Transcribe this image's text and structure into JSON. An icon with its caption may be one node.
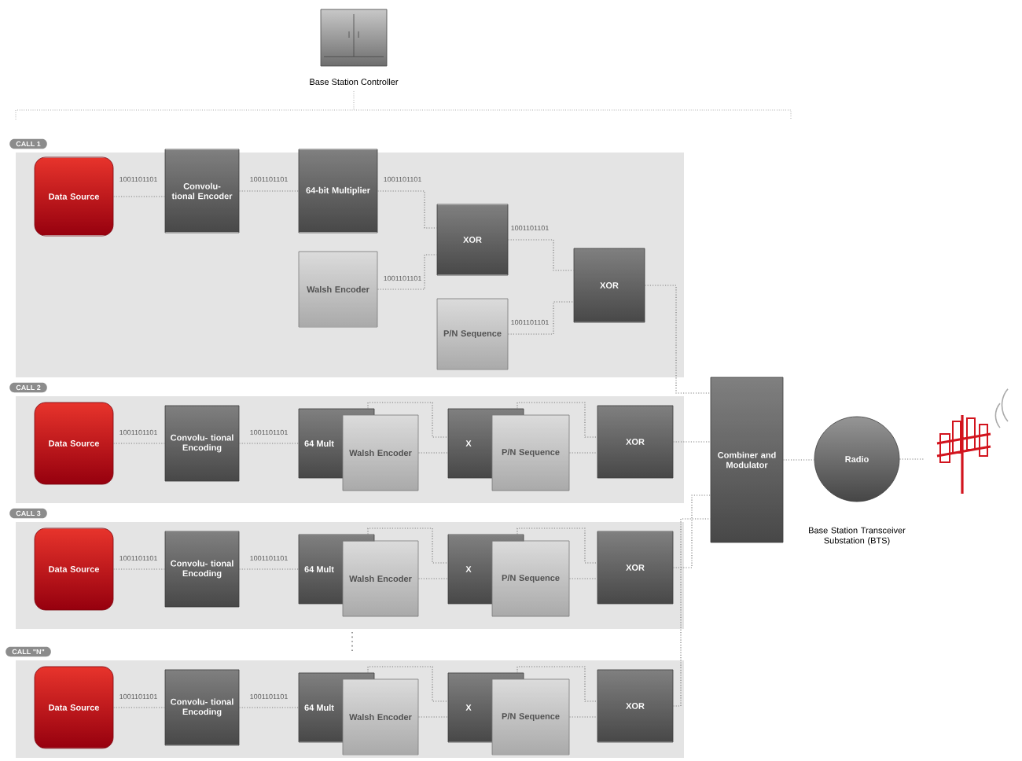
{
  "diagram": {
    "nodes": [
      {
        "text": [
          "Base Station Controller"
        ]
      },
      {
        "text": [
          "CALL 1"
        ]
      },
      {
        "text": [
          "Data Source"
        ],
        "in": 1
      },
      {
        "text": [
          "Convolu- tional Encoder"
        ],
        "in": 1
      },
      {
        "text": [
          "64-bit Multiplier"
        ],
        "in": 1
      },
      {
        "text": [
          "XOR"
        ],
        "in": 1
      },
      {
        "text": [
          "Walsh Encoder"
        ],
        "in": 1
      },
      {
        "text": [
          "XOR"
        ],
        "in": 1
      },
      {
        "text": [
          "P/N Sequence"
        ],
        "in": 1
      },
      {
        "text": [
          "CALL 2"
        ]
      },
      {
        "text": [
          "Data Source"
        ],
        "in": 9
      },
      {
        "text": [
          "Convolu- tional Encoding"
        ],
        "in": 9
      },
      {
        "text": [
          "64 Mult"
        ],
        "in": 9
      },
      {
        "text": [
          "Walsh Encoder"
        ],
        "in": 9
      },
      {
        "text": [
          "X"
        ],
        "in": 9
      },
      {
        "text": [
          "P/N Sequence"
        ],
        "in": 9
      },
      {
        "text": [
          "XOR"
        ],
        "in": 9
      },
      {
        "text": [
          "CALL 3"
        ]
      },
      {
        "text": [
          "Data Source"
        ],
        "in": 17
      },
      {
        "text": [
          "Convolu- tional Encoding"
        ],
        "in": 17
      },
      {
        "text": [
          "64 Mult"
        ],
        "in": 17
      },
      {
        "text": [
          "Walsh Encoder"
        ],
        "in": 17
      },
      {
        "text": [
          "X"
        ],
        "in": 17
      },
      {
        "text": [
          "P/N Sequence"
        ],
        "in": 17
      },
      {
        "text": [
          "XOR"
        ],
        "in": 17
      },
      {
        "text": [
          "CALL \"N\""
        ]
      },
      {
        "text": [
          "Data Source"
        ],
        "in": 25
      },
      {
        "text": [
          "Convolu- tional Encoding"
        ],
        "in": 25
      },
      {
        "text": [
          "64 Mult"
        ],
        "in": 25
      },
      {
        "text": [
          "Walsh Encoder"
        ],
        "in": 25
      },
      {
        "text": [
          "X"
        ],
        "in": 25
      },
      {
        "text": [
          "P/N Sequence"
        ],
        "in": 25
      },
      {
        "text": [
          "XOR"
        ],
        "in": 25
      },
      {
        "text": [
          "Combiner and Modulator"
        ]
      },
      {
        "text": [
          "Radio"
        ],
        "beside": [
          "Base Station Transceiver Substation (BTS)"
        ]
      },
      {
        "text": [],
        "shape": "picture"
      }
    ],
    "edges": [
      {
        "from": 2,
        "to": 3,
        "arrow": "none",
        "label": "1001101101"
      },
      {
        "from": 3,
        "to": 4,
        "arrow": "none",
        "label": "1001101101"
      },
      {
        "from": 4,
        "to": 5,
        "arrow": "none",
        "label": "1001101101"
      },
      {
        "from": 6,
        "to": 5,
        "arrow": "none",
        "label": "1001101101"
      },
      {
        "from": 5,
        "to": 7,
        "arrow": "none",
        "label": "1001101101"
      },
      {
        "from": 8,
        "to": 7,
        "arrow": "none",
        "label": "1001101101"
      },
      {
        "from": 7,
        "to": 33,
        "arrow": "none"
      },
      {
        "from": 10,
        "to": 11,
        "arrow": "none",
        "label": "1001101101"
      },
      {
        "from": 11,
        "to": 12,
        "arrow": "none",
        "label": "1001101101"
      },
      {
        "from": 12,
        "to": 14,
        "arrow": "none"
      },
      {
        "from": 13,
        "to": 14,
        "arrow": "none"
      },
      {
        "from": 14,
        "to": 16,
        "arrow": "none"
      },
      {
        "from": 15,
        "to": 16,
        "arrow": "none"
      },
      {
        "from": 16,
        "to": 33,
        "arrow": "none"
      },
      {
        "from": 18,
        "to": 19,
        "arrow": "none",
        "label": "1001101101"
      },
      {
        "from": 19,
        "to": 20,
        "arrow": "none",
        "label": "1001101101"
      },
      {
        "from": 20,
        "to": 22,
        "arrow": "none"
      },
      {
        "from": 21,
        "to": 22,
        "arrow": "none"
      },
      {
        "from": 22,
        "to": 24,
        "arrow": "none"
      },
      {
        "from": 23,
        "to": 24,
        "arrow": "none"
      },
      {
        "from": 24,
        "to": 33,
        "arrow": "none"
      },
      {
        "from": 26,
        "to": 27,
        "arrow": "none",
        "label": "1001101101"
      },
      {
        "from": 27,
        "to": 28,
        "arrow": "none",
        "label": "1001101101"
      },
      {
        "from": 28,
        "to": 30,
        "arrow": "none"
      },
      {
        "from": 29,
        "to": 30,
        "arrow": "none"
      },
      {
        "from": 30,
        "to": 32,
        "arrow": "none"
      },
      {
        "from": 31,
        "to": 32,
        "arrow": "none"
      },
      {
        "from": 32,
        "to": 33,
        "arrow": "none"
      },
      {
        "from": 33,
        "to": 34,
        "arrow": "none"
      },
      {
        "from": 34,
        "to": 35,
        "arrow": "none"
      }
    ]
  }
}
